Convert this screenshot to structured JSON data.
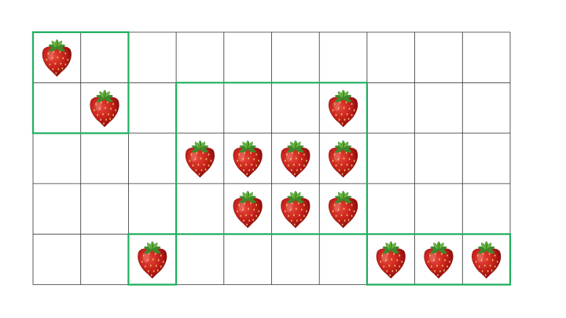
{
  "grid": {
    "rows": 5,
    "cols": 10,
    "line_color": "#333333",
    "background": "#ffffff"
  },
  "item_icon": "strawberry-icon",
  "colors": {
    "highlight": "#1faf5f",
    "berry_dark": "#8e0d0d",
    "berry_mid": "#c4201a",
    "berry_light": "#e8473b",
    "seed": "#f2c86b",
    "leaf": "#3c8a2b",
    "leaf_light": "#6fb640"
  },
  "strawberries": [
    {
      "row": 0,
      "col": 0
    },
    {
      "row": 1,
      "col": 1
    },
    {
      "row": 1,
      "col": 6
    },
    {
      "row": 2,
      "col": 3
    },
    {
      "row": 2,
      "col": 4
    },
    {
      "row": 2,
      "col": 5
    },
    {
      "row": 2,
      "col": 6
    },
    {
      "row": 3,
      "col": 4
    },
    {
      "row": 3,
      "col": 5
    },
    {
      "row": 3,
      "col": 6
    },
    {
      "row": 4,
      "col": 2
    },
    {
      "row": 4,
      "col": 7
    },
    {
      "row": 4,
      "col": 8
    },
    {
      "row": 4,
      "col": 9
    }
  ],
  "groups": [
    {
      "name": "group-1",
      "cells": [
        [
          0,
          0
        ],
        [
          0,
          1
        ],
        [
          1,
          0
        ],
        [
          1,
          1
        ]
      ]
    },
    {
      "name": "group-2",
      "cells": [
        [
          1,
          3
        ],
        [
          1,
          4
        ],
        [
          1,
          5
        ],
        [
          1,
          6
        ],
        [
          2,
          3
        ],
        [
          2,
          4
        ],
        [
          2,
          5
        ],
        [
          2,
          6
        ],
        [
          3,
          3
        ],
        [
          3,
          4
        ],
        [
          3,
          5
        ],
        [
          3,
          6
        ]
      ]
    },
    {
      "name": "group-3",
      "cells": [
        [
          4,
          2
        ]
      ]
    },
    {
      "name": "group-4",
      "cells": [
        [
          4,
          7
        ],
        [
          4,
          8
        ],
        [
          4,
          9
        ]
      ]
    }
  ]
}
